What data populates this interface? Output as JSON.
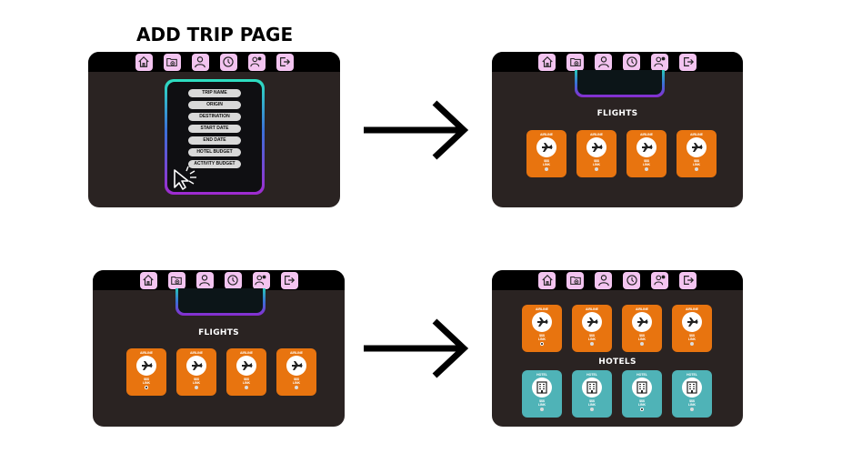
{
  "page_title": "ADD TRIP PAGE",
  "nav_icons": [
    "home-icon",
    "add-folder-icon",
    "profile-icon",
    "history-icon",
    "settings-user-icon",
    "logout-icon"
  ],
  "colors": {
    "panel_bg": "#2a2322",
    "topbar_bg": "#000000",
    "nav_icon_bg": "#f3c4f0",
    "flight_card": "#e8740f",
    "hotel_card": "#4fb3b7",
    "gradient_top": "#2de0c0",
    "gradient_bottom": "#a02bd0"
  },
  "form": {
    "fields": [
      "TRIP NAME",
      "ORIGIN",
      "DESTINATION",
      "START DATE",
      "END DATE",
      "HOTEL BUDGET",
      "ACTIVITY BUDGET"
    ]
  },
  "flights": {
    "label": "FLIGHTS",
    "card": {
      "title": "AIRLINE",
      "price": "$$$",
      "link": "LINK"
    }
  },
  "hotels": {
    "label": "HOTELS",
    "card": {
      "title": "HOTEL",
      "price": "$$$",
      "link": "LINK"
    }
  }
}
